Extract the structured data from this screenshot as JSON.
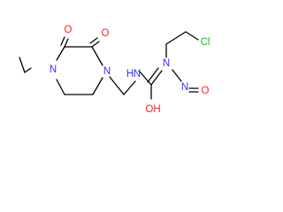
{
  "molecule": {
    "atom_labels": {
      "n_ring_top": "N",
      "n_ring_bottom": "N",
      "o_upper": "O",
      "o_right": "O",
      "nh": "N",
      "h_of_nh": "H",
      "n_urea": "N",
      "cl": "Cl",
      "oh": "OH",
      "n_nitroso": "N",
      "o_nitroso": "O"
    },
    "colors": {
      "carbon_bond": "#000000",
      "nitrogen": "#3333ff",
      "oxygen": "#ff2020",
      "chlorine": "#1fbf1f"
    }
  }
}
